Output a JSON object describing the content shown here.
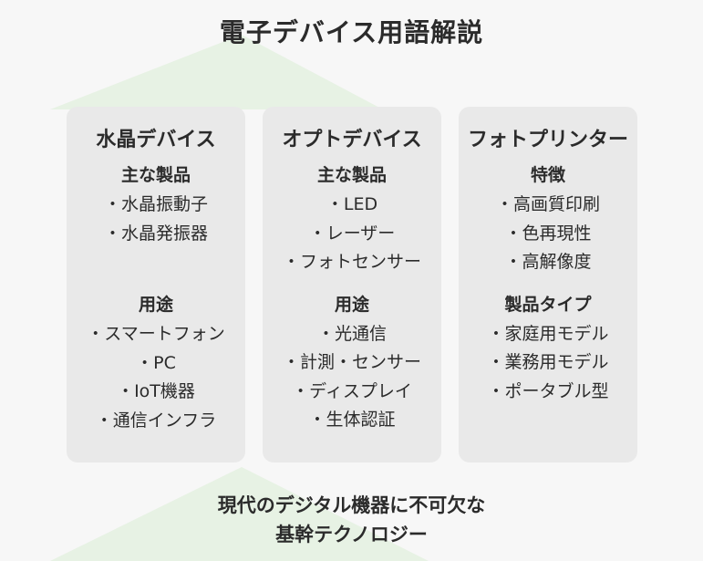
{
  "title": "電子デバイス用語解説",
  "cards": [
    {
      "title": "水晶デバイス",
      "sections": [
        {
          "heading": "主な製品",
          "items": [
            "・水晶振動子",
            "・水晶発振器"
          ]
        },
        {
          "heading": "用途",
          "items": [
            "・スマートフォン",
            "・PC",
            "・IoT機器",
            "・通信インフラ"
          ]
        }
      ]
    },
    {
      "title": "オプトデバイス",
      "sections": [
        {
          "heading": "主な製品",
          "items": [
            "・LED",
            "・レーザー",
            "・フォトセンサー"
          ]
        },
        {
          "heading": "用途",
          "items": [
            "・光通信",
            "・計測・センサー",
            "・ディスプレイ",
            "・生体認証"
          ]
        }
      ]
    },
    {
      "title": "フォトプリンター",
      "sections": [
        {
          "heading": "特徴",
          "items": [
            "・高画質印刷",
            "・色再現性",
            "・高解像度"
          ]
        },
        {
          "heading": "製品タイプ",
          "items": [
            "・家庭用モデル",
            "・業務用モデル",
            "・ポータブル型"
          ]
        }
      ]
    }
  ],
  "footer": {
    "line1": "現代のデジタル機器に不可欠な",
    "line2": "基幹テクノロジー"
  },
  "colors": {
    "background": "#f7f7f7",
    "card": "#e9e9e9",
    "accent_shape": "#e6f2e3",
    "text": "#2b2b2b"
  }
}
